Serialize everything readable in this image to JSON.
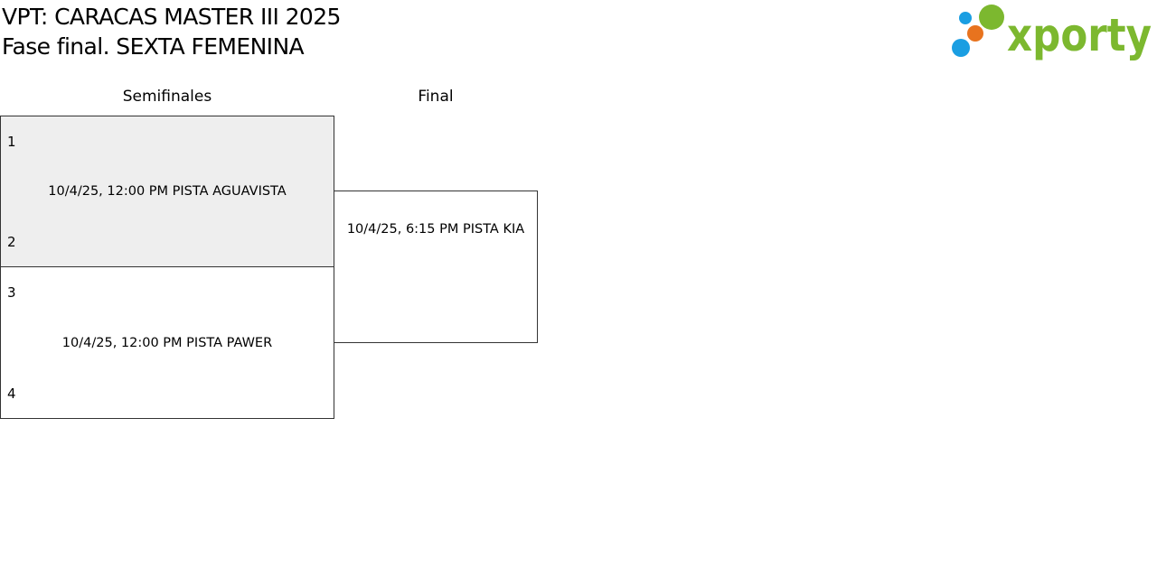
{
  "header": {
    "title_line1": "VPT: CARACAS MASTER III 2025",
    "title_line2": "Fase final. SEXTA FEMENINA"
  },
  "logo": {
    "text": "xporty",
    "colors": {
      "green": "#7cb82f",
      "blue": "#1a9ee2",
      "orange": "#e8731e"
    }
  },
  "rounds": [
    {
      "label": "Semifinales"
    },
    {
      "label": "Final"
    }
  ],
  "matches": {
    "semi1": {
      "seed_top": "1",
      "seed_bottom": "2",
      "info": "10/4/25, 12:00 PM PISTA AGUAVISTA"
    },
    "semi2": {
      "seed_top": "3",
      "seed_bottom": "4",
      "info": "10/4/25, 12:00 PM PISTA PAWER"
    },
    "final": {
      "info": "10/4/25, 6:15 PM PISTA KIA"
    }
  }
}
